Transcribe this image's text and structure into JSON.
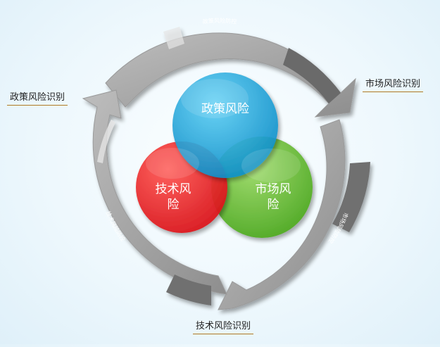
{
  "cycle_labels": {
    "top": "政策风险防控",
    "right": "市场风险防控",
    "left": "技术风险防控"
  },
  "circles": {
    "top": "政策风险",
    "left_line1": "技术风",
    "left_line2": "险",
    "right_line1": "市场风",
    "right_line2": "险"
  },
  "callouts": {
    "left": "政策风险识别",
    "right": "市场风险识别",
    "bottom": "技术风险识别"
  },
  "colors": {
    "blue": "#1aa6dc",
    "red": "#ee2228",
    "green": "#6cbe3c",
    "ring": "#a4a4a4",
    "ring_dark": "#5f5f5f",
    "callout_line": "#b07a22"
  }
}
